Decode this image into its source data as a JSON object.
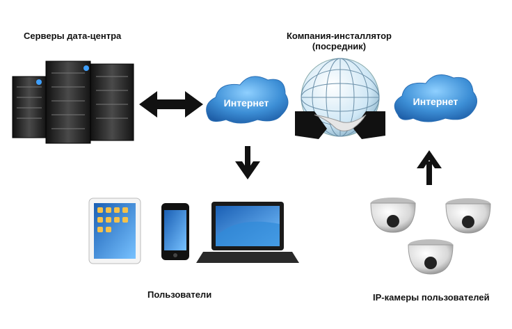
{
  "labels": {
    "servers": "Серверы дата-центра",
    "installer_line1": "Компания-инсталлятор",
    "installer_line2": "(посредник)",
    "internet_left": "Интернет",
    "internet_right": "Интернет",
    "users": "Пользователи",
    "ip_cameras": "IP-камеры пользователей"
  },
  "colors": {
    "cloud": "#3d8fd6",
    "arrow": "#111111",
    "server": "#2a2a2a"
  },
  "icons": [
    "server-rack-icon",
    "cloud-icon",
    "globe-handshake-icon",
    "tablet-icon",
    "smartphone-icon",
    "laptop-icon",
    "dome-camera-icon"
  ]
}
